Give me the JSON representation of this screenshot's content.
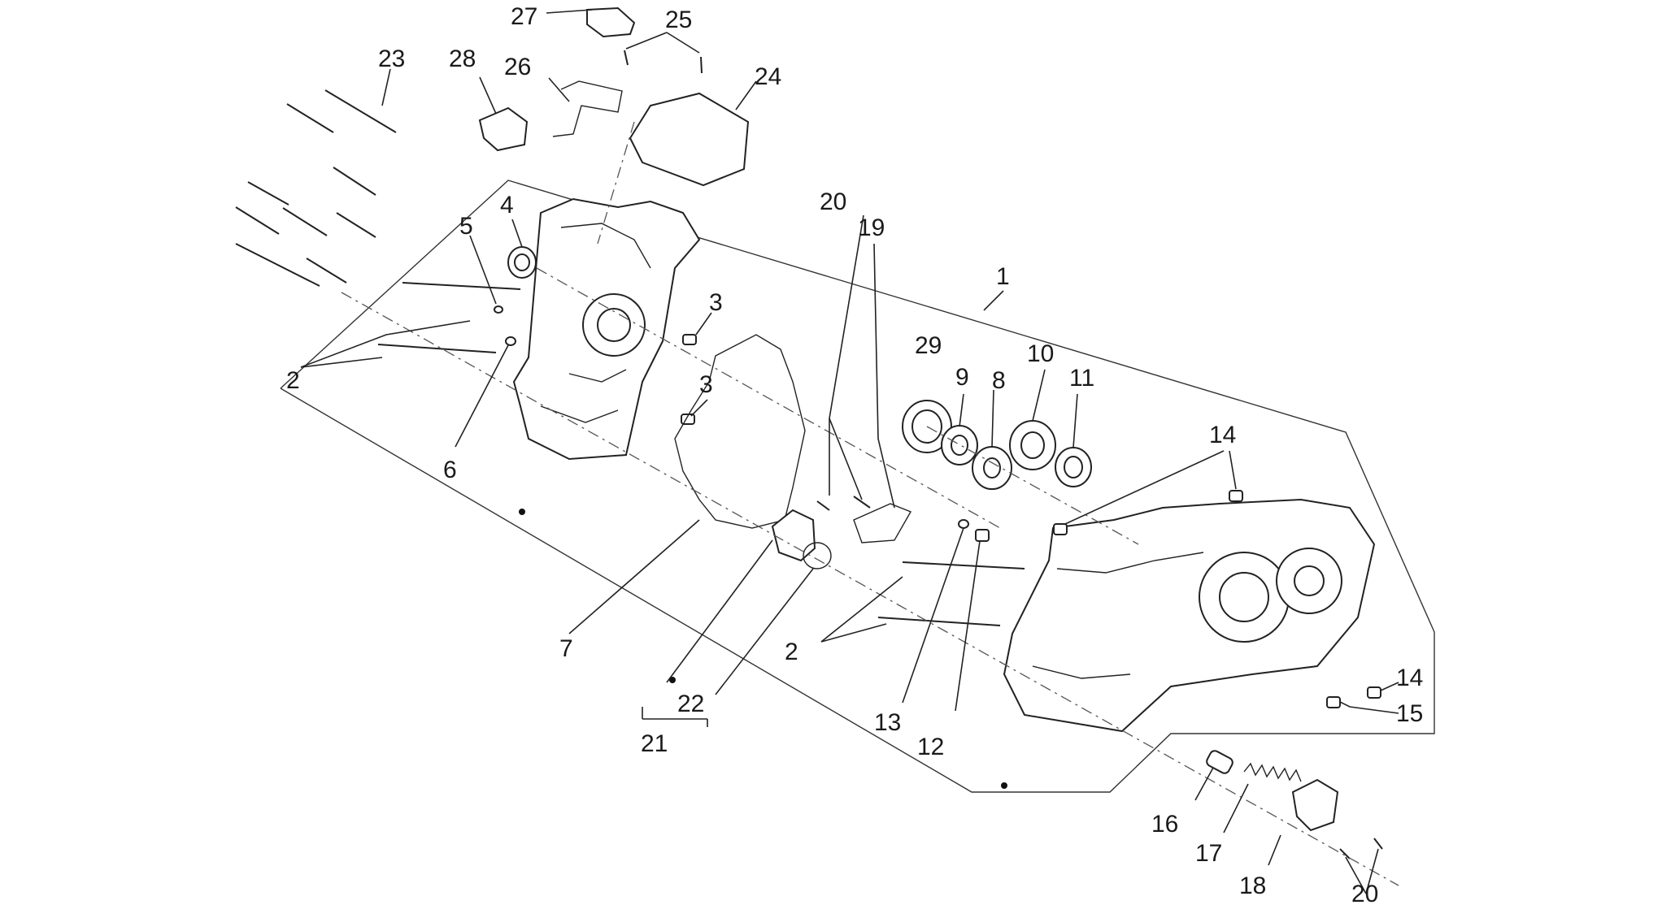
{
  "callouts": {
    "c1": "1",
    "c2a": "2",
    "c2b": "2",
    "c3a": "3",
    "c3b": "3",
    "c4": "4",
    "c5": "5",
    "c6": "6",
    "c7": "7",
    "c8": "8",
    "c9": "9",
    "c10": "10",
    "c11": "11",
    "c12": "12",
    "c13": "13",
    "c14a": "14",
    "c14b": "14",
    "c15": "15",
    "c16": "16",
    "c17": "17",
    "c18": "18",
    "c19": "19",
    "c20a": "20",
    "c20b": "20",
    "c21": "21",
    "c22": "22",
    "c23": "23",
    "c24": "24",
    "c25": "25",
    "c26": "26",
    "c27": "27",
    "c28": "28",
    "c29": "29"
  }
}
